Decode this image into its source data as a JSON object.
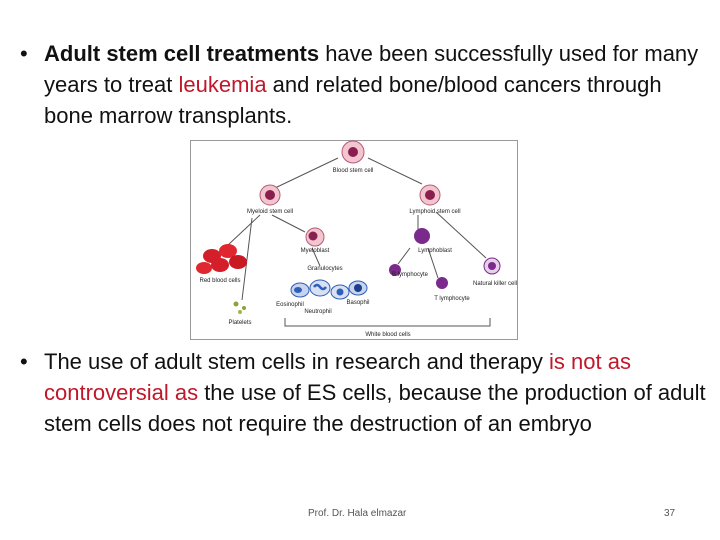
{
  "bullet1": {
    "marker": "•",
    "bold": "Adult stem cell treatments",
    "text1": " have been successfully used for many years to treat ",
    "red": "leukemia",
    "text2": " and related bone/blood cancers through bone marrow transplants."
  },
  "bullet2": {
    "marker": "•",
    "text1": "The use of adult stem cells in research and therapy ",
    "red": "is not as controversial as",
    "text2": " the use of ES cells, because the production of adult stem cells does not require the destruction of an embryo"
  },
  "diagram": {
    "blood_stem_cell": "Blood stem cell",
    "myeloid": "Myeloid stem cell",
    "lymphoid": "Lymphoid stem cell",
    "myeloblast": "Myeloblast",
    "lymphoblast": "Lymphoblast",
    "granulocytes": "Granulocytes",
    "b_lymphocyte": "B lymphocyte",
    "t_lymphocyte": "T lymphocyte",
    "natural_killer": "Natural killer cell",
    "red_blood_cells": "Red blood cells",
    "platelets": "Platelets",
    "eosinophil": "Eosinophil",
    "basophil": "Basophil",
    "neutrophil": "Neutrophil",
    "white_blood_cells": "White blood cells"
  },
  "footer": {
    "author": "Prof. Dr. Hala elmazar",
    "page": "37"
  },
  "colors": {
    "accent_red": "#c0182a",
    "stem_cell": "#f3c6cf",
    "nucleus": "#8a1f4f",
    "purple_cell": "#7a2a8a",
    "blue_cell": "#2f5fb8"
  }
}
